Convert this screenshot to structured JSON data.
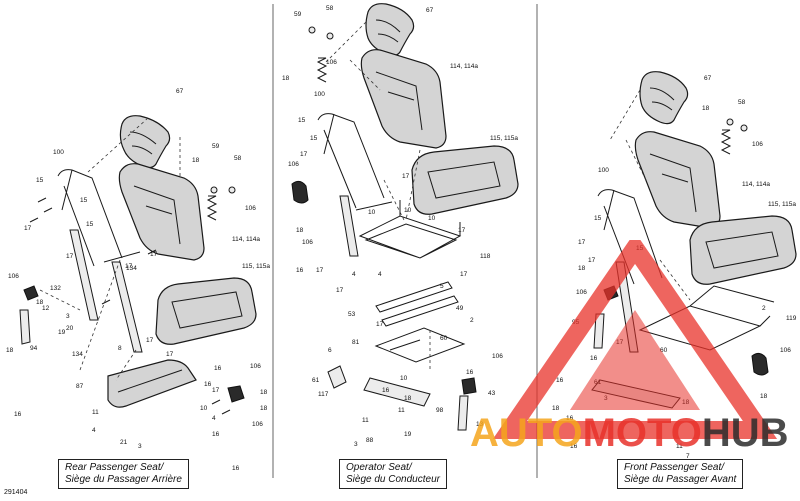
{
  "doc_number": "291404",
  "sections": [
    {
      "caption_en": "Rear Passenger Seat/",
      "caption_fr": "Siège du Passager Arrière"
    },
    {
      "caption_en": "Operator Seat/",
      "caption_fr": "Siège du Conducteur"
    },
    {
      "caption_en": "Front Passenger Seat/",
      "caption_fr": "Siège du Passager Avant"
    }
  ],
  "callouts": {
    "rear": [
      "67",
      "59",
      "58",
      "18",
      "106",
      "100",
      "15",
      "15",
      "15",
      "17",
      "17",
      "17",
      "17",
      "114, 114a",
      "115, 115a",
      "134",
      "134",
      "106",
      "12",
      "132",
      "3",
      "20",
      "19",
      "18",
      "94",
      "18",
      "16",
      "17",
      "8",
      "17",
      "87",
      "11",
      "4",
      "21",
      "3",
      "16",
      "16",
      "18",
      "106",
      "18",
      "4",
      "16",
      "106",
      "16",
      "17",
      "10"
    ],
    "operator": [
      "59",
      "58",
      "67",
      "18",
      "106",
      "114, 114a",
      "100",
      "15",
      "15",
      "106",
      "17",
      "115, 115a",
      "17",
      "10",
      "10",
      "10",
      "18",
      "106",
      "16",
      "17",
      "4",
      "118",
      "17",
      "17",
      "4",
      "5",
      "53",
      "49",
      "17",
      "81",
      "6",
      "61",
      "117",
      "106",
      "16",
      "43",
      "11",
      "88",
      "3",
      "60",
      "98",
      "19",
      "10",
      "16",
      "18",
      "11",
      "17",
      "13",
      "2"
    ],
    "front": [
      "67",
      "18",
      "58",
      "106",
      "100",
      "114, 114a",
      "115, 115a",
      "17",
      "15",
      "17",
      "18",
      "106",
      "95",
      "17",
      "15",
      "16",
      "61",
      "3",
      "60",
      "119",
      "2",
      "106",
      "18",
      "18",
      "11",
      "7",
      "16",
      "18",
      "16",
      "16"
    ]
  },
  "watermark": {
    "text_part1": "AUTO",
    "text_part2": "MOTO",
    "text_part3": "HUB",
    "color_primary": "#e8312a",
    "color_secondary": "#f4a41c",
    "color_dark": "#2b2b2b"
  },
  "colors": {
    "line": "#1a1a1a",
    "fill": "#d4d4d4"
  }
}
